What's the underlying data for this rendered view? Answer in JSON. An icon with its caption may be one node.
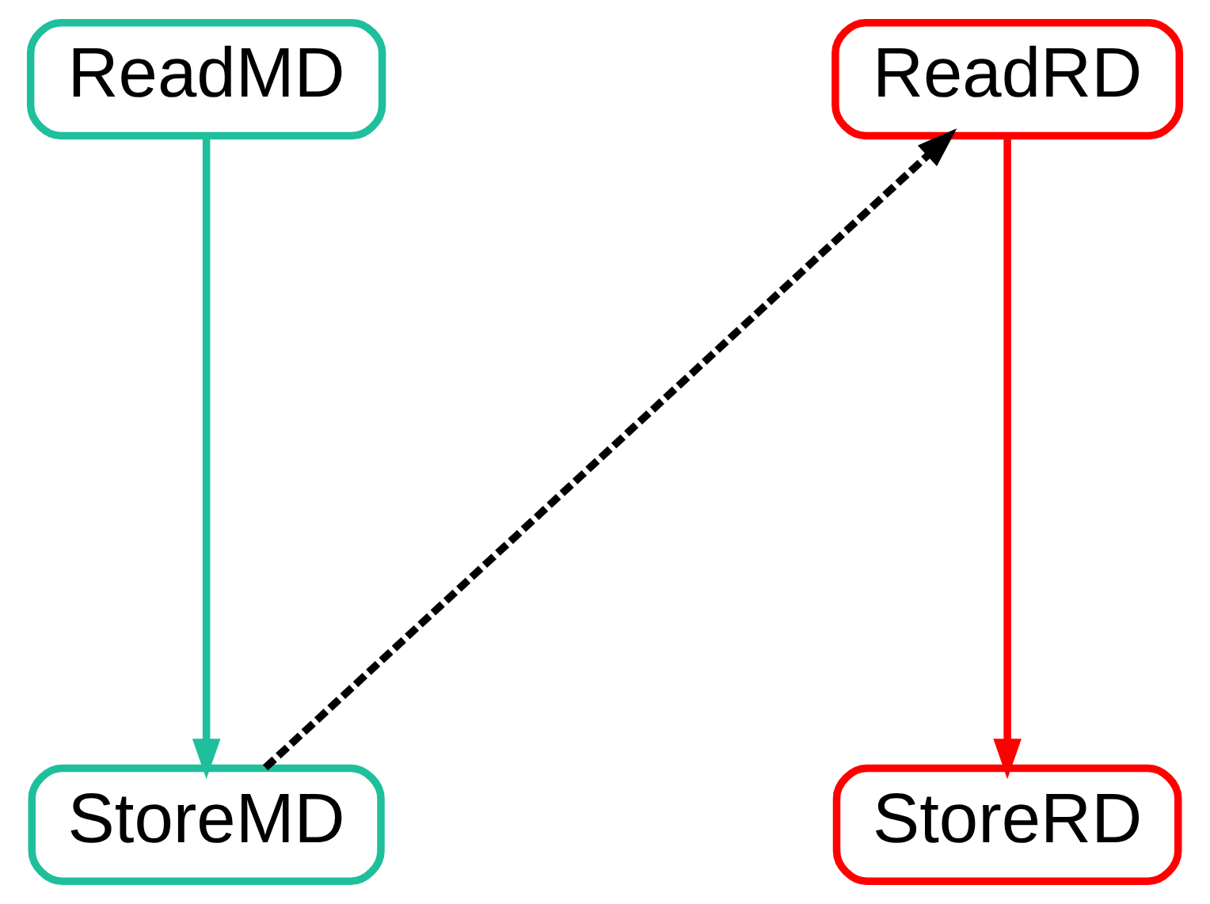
{
  "diagram": {
    "nodes": [
      {
        "text": [
          "ReadMD"
        ]
      },
      {
        "text": [
          "StoreMD"
        ]
      },
      {
        "text": [
          "ReadRD"
        ]
      },
      {
        "text": [
          "StoreRD"
        ]
      }
    ],
    "edges": [
      {
        "from": 0,
        "to": 1,
        "arrow": "to",
        "color": "#1fbf9c"
      },
      {
        "from": 1,
        "to": 2,
        "arrow": "to",
        "style": "dashed",
        "color": "#000000"
      },
      {
        "from": 2,
        "to": 3,
        "arrow": "to",
        "color": "#ff0000"
      }
    ]
  }
}
